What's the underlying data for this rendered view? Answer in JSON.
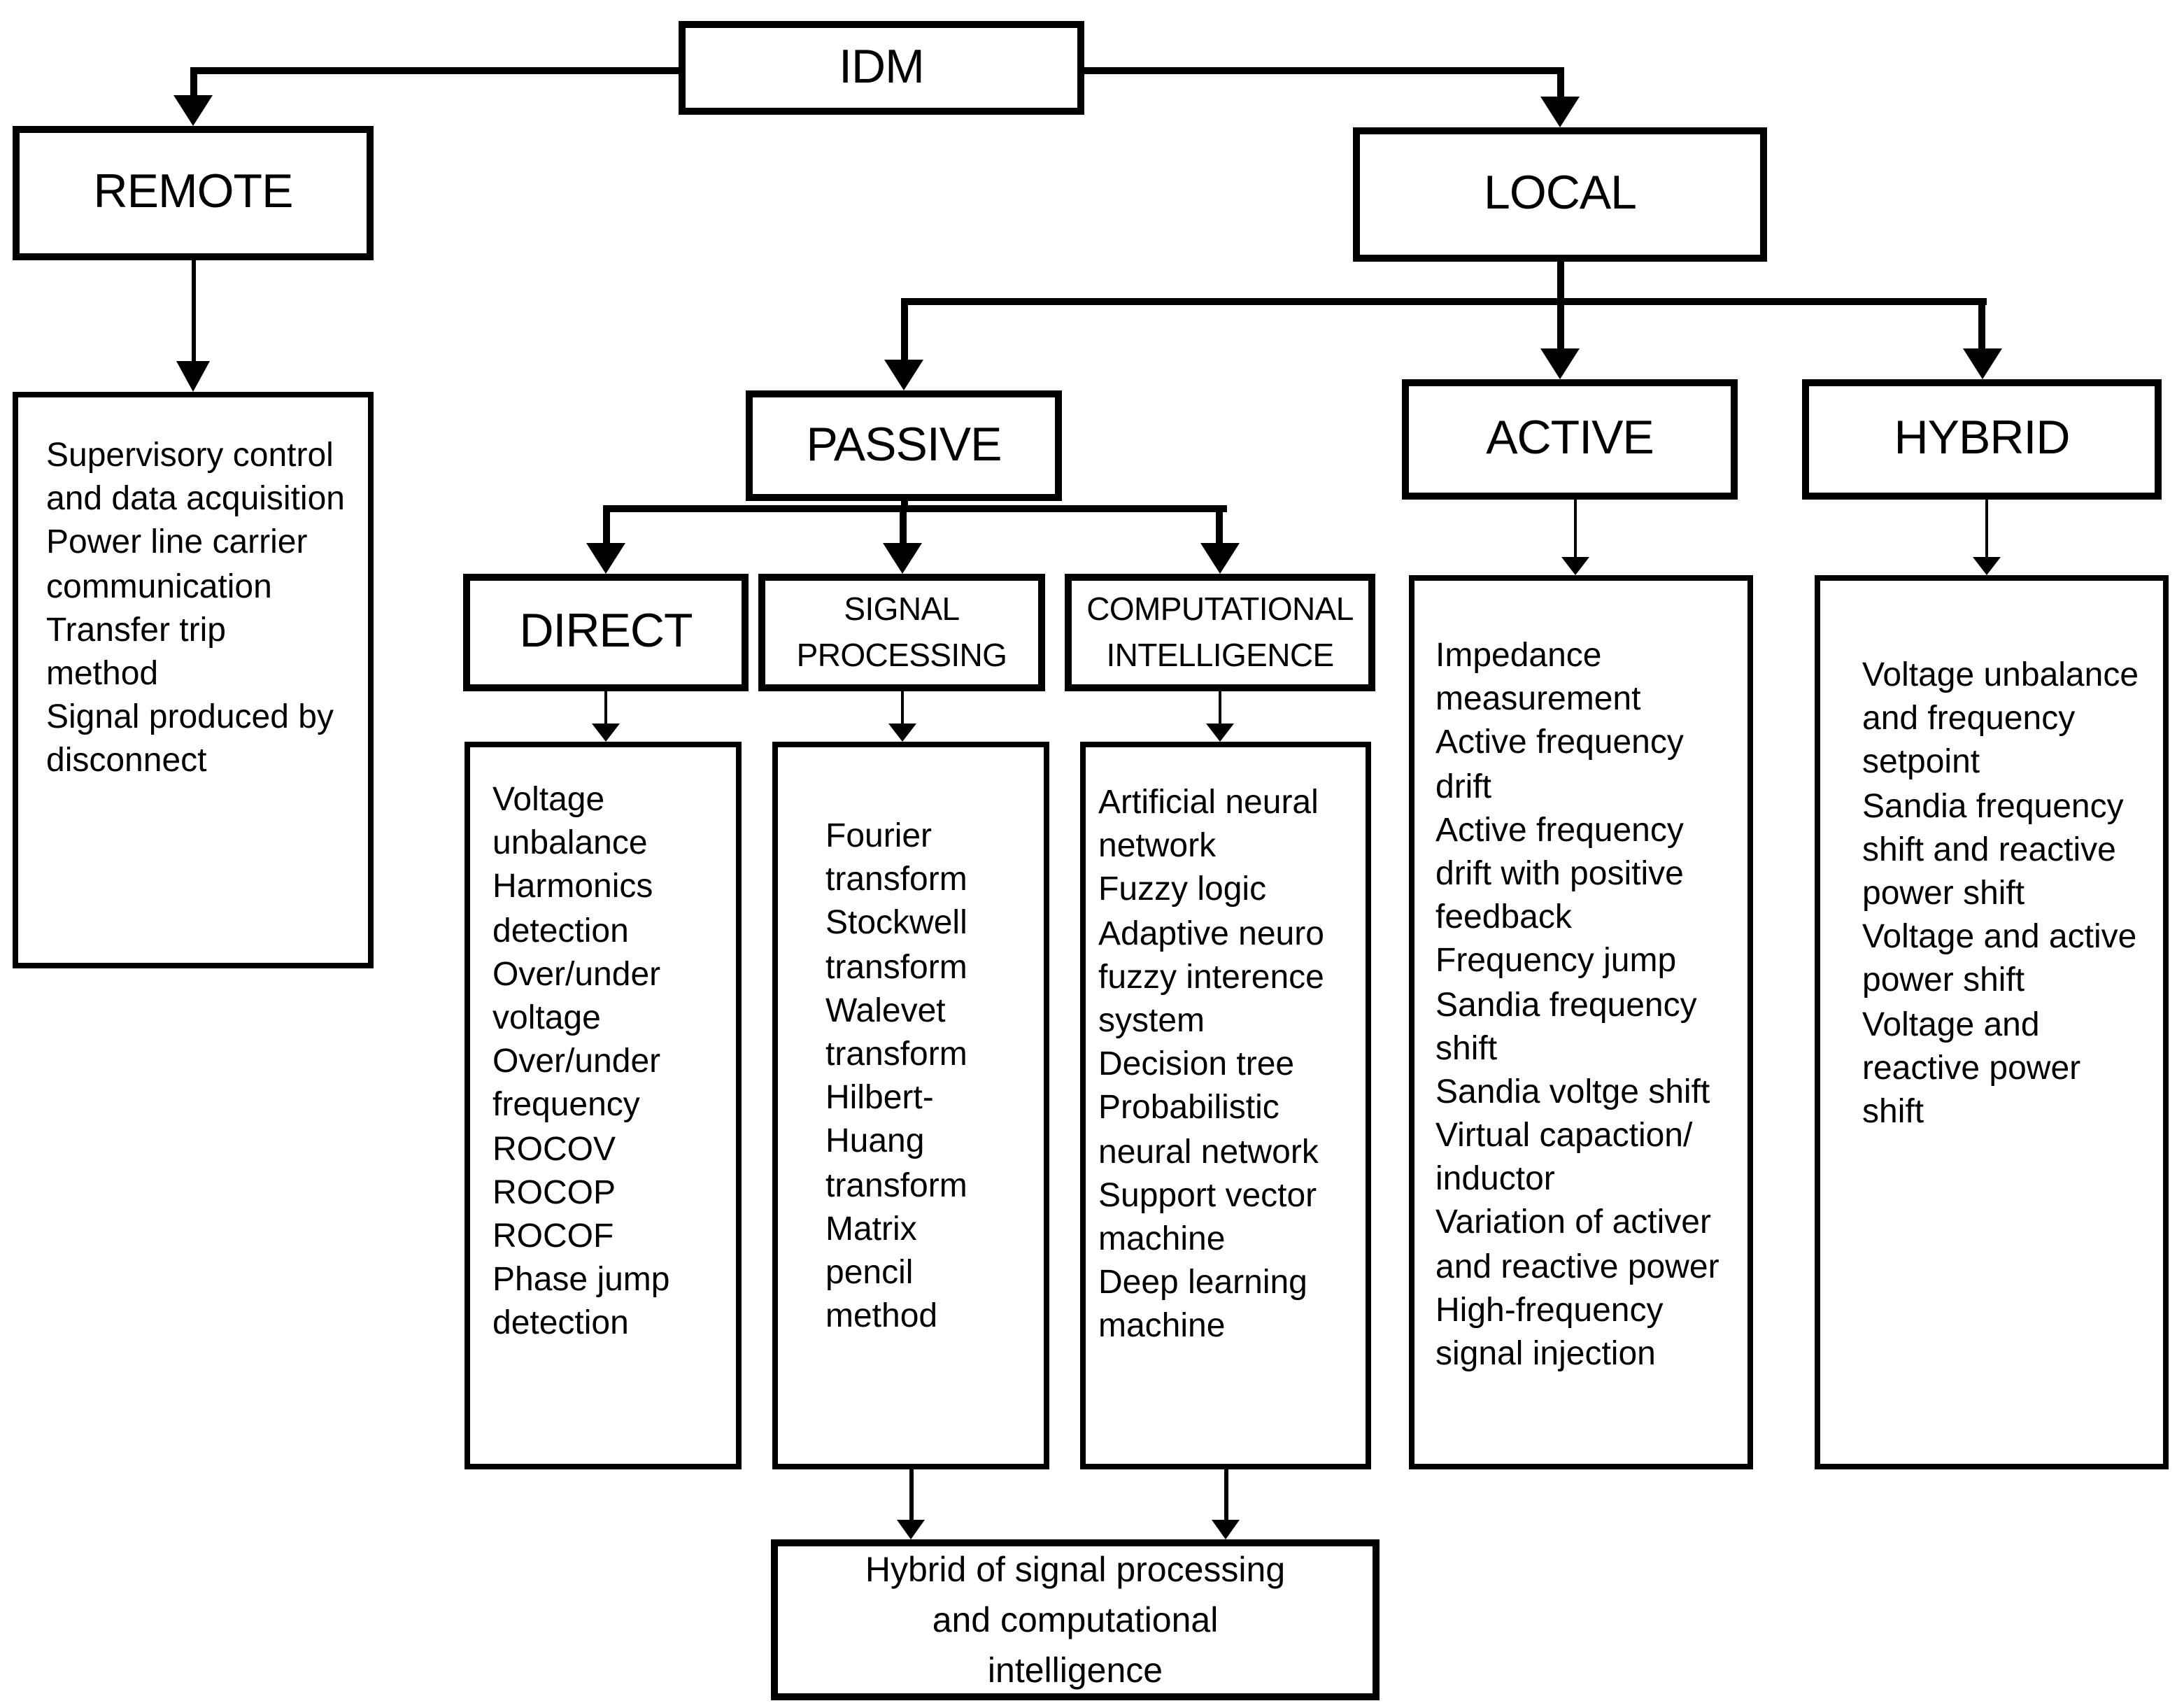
{
  "figure": {
    "background_color": "#ffffff",
    "line_color": "#000000",
    "nodes": {
      "idm": "IDM",
      "remote": "REMOTE",
      "local": "LOCAL",
      "passive": "PASSIVE",
      "active": "ACTIVE",
      "hybrid": "HYBRID",
      "direct": "DIRECT",
      "signal_processing": "SIGNAL PROCESSING",
      "computational_intelligence": "COMPUTATIONAL INTELLIGENCE",
      "hybrid_combo": "Hybrid of signal processing and computational intelligence"
    },
    "remote_methods": [
      "Supervisory control and data acquisition",
      "Power line carrier communication",
      "Transfer trip method",
      "Signal produced by disconnect"
    ],
    "direct_methods": [
      "Voltage unbalance",
      "Harmonics detection",
      "Over/under voltage",
      "Over/under frequency",
      "ROCOV",
      "ROCOP",
      "ROCOF",
      "Phase jump detection"
    ],
    "signal_processing_methods": [
      "Fourier transform",
      "Stockwell transform",
      "Walevet transform",
      "Hilbert-Huang transform",
      "Matrix pencil method"
    ],
    "computational_intelligence_methods": [
      "Artificial neural network",
      "Fuzzy logic",
      "Adaptive neuro fuzzy interence system",
      "Decision tree",
      "Probabilistic neural network",
      "Support vector machine",
      "Deep learning machine"
    ],
    "active_methods": [
      "Impedance measurement",
      "Active frequency drift",
      "Active frequency drift with positive feedback",
      "Frequency jump",
      "Sandia frequency shift",
      "Sandia voltge shift",
      "Virtual capaction/ inductor",
      "Variation of activer and reactive power",
      "High-frequency signal injection"
    ],
    "hybrid_methods": [
      "Voltage unbalance and frequency setpoint",
      "Sandia frequency shift and reactive power shift",
      "Voltage and active power shift",
      "Voltage and reactive power shift"
    ]
  }
}
